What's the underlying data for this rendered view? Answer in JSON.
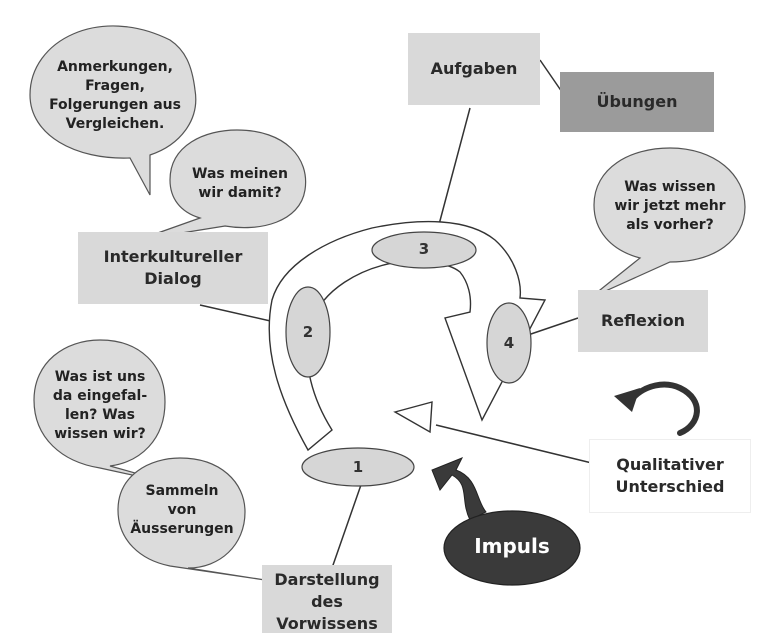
{
  "boxes": {
    "aufgaben": "Aufgaben",
    "uebungen": "Übungen",
    "interkultureller_dialog": "Interkultureller\nDialog",
    "reflexion": "Reflexion",
    "qualitativer_unterschied": "Qualitativer\nUnterschied",
    "darstellung": "Darstellung\ndes\nVorwissens"
  },
  "bubbles": {
    "anmerkungen": "Anmerkungen,\nFragen,\nFolgerungen aus\nVergleichen.",
    "was_meinen": "Was meinen\nwir damit?",
    "was_wissen_jetzt": "Was wissen\nwir jetzt mehr\nals vorher?",
    "eingefallen": "Was ist uns\nda eingefal-\nlen? Was\nwissen wir?",
    "sammeln": "Sammeln\nvon\nÄusserungen"
  },
  "stages": [
    "1",
    "2",
    "3",
    "4"
  ],
  "impuls": "Impuls",
  "colors": {
    "box_light": "#d9d9d9",
    "box_dark": "#9b9b9b",
    "ellipse": "#d6d6d6",
    "impuls": "#3a3a3a",
    "bubble": "#dcdcdc"
  }
}
